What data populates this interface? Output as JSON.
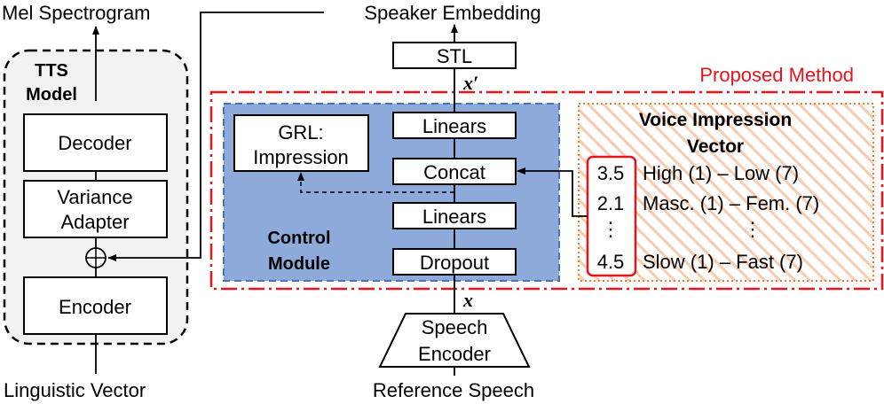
{
  "tts": {
    "output_label": "Mel Spectrogram",
    "title_line1": "TTS",
    "title_line2": "Model",
    "decoder": "Decoder",
    "variance_line1": "Variance",
    "variance_line2": "Adapter",
    "sum_symbol": "⊕",
    "encoder": "Encoder",
    "input_label": "Linguistic Vector"
  },
  "speaker_embedding_label": "Speaker Embedding",
  "stl": "STL",
  "x_prime": "x′",
  "x": "x",
  "proposed_method": "Proposed Method",
  "control": {
    "title_line1": "Control",
    "title_line2": "Module",
    "grl_line1": "GRL:",
    "grl_line2": "Impression",
    "linears_top": "Linears",
    "concat": "Concat",
    "linears_bottom": "Linears",
    "dropout": "Dropout"
  },
  "speech_encoder": {
    "line1": "Speech",
    "line2": "Encoder",
    "input_label": "Reference Speech"
  },
  "voice_impression": {
    "title_line1": "Voice Impression",
    "title_line2": "Vector",
    "values": [
      "3.5",
      "2.1",
      "⋮",
      "4.5"
    ],
    "scales": [
      "High (1) – Low (7)",
      "Masc. (1) – Fem. (7)",
      "⋮",
      "Slow (1) – Fast (7)"
    ]
  },
  "colors": {
    "control_fill": "#8eaadb",
    "control_border": "#4472c4",
    "proposed_border": "#e8141c",
    "impression_border": "#ed7d31",
    "impression_hatch": "#f8cbad",
    "tts_fill": "#f2f2f2"
  }
}
